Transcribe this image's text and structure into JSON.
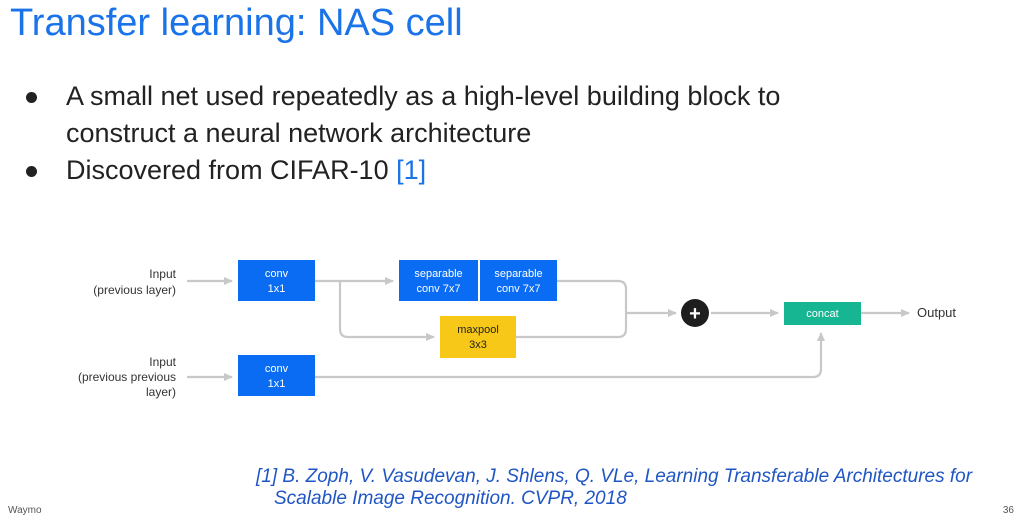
{
  "slide": {
    "title": "Transfer learning: NAS cell",
    "bullets": [
      {
        "line1": "A small net used repeatedly as a high-level building block to",
        "line2": "construct a neural network architecture"
      },
      {
        "text": "Discovered from CIFAR-10 ",
        "ref": "[1]"
      }
    ],
    "citation": {
      "line1": "[1] B. Zoph, V. Vasudevan, J. Shlens, Q. VLe, Learning Transferable Architectures for",
      "line2": "Scalable Image Recognition. CVPR, 2018"
    },
    "footer": {
      "brand": "Waymo",
      "page": "36"
    }
  },
  "diagram": {
    "inputs": {
      "prev": {
        "line1": "Input",
        "line2": "(previous layer)"
      },
      "prev_prev": {
        "line1": "Input",
        "line2": "(previous previous",
        "line3": "layer)"
      }
    },
    "nodes": {
      "conv_top": {
        "line1": "conv",
        "line2": "1x1"
      },
      "conv_bottom": {
        "line1": "conv",
        "line2": "1x1"
      },
      "sep1": {
        "line1": "separable",
        "line2": "conv 7x7"
      },
      "sep2": {
        "line1": "separable",
        "line2": "conv 7x7"
      },
      "maxpool": {
        "line1": "maxpool",
        "line2": "3x3"
      },
      "add": {
        "symbol": "+"
      },
      "concat": {
        "label": "concat"
      },
      "output": {
        "label": "Output"
      }
    },
    "colors": {
      "conv": "#0a6cf2",
      "maxpool": "#f7c817",
      "concat": "#16b693",
      "add": "#1e1e1e",
      "arrow": "#c8c8c8",
      "title": "#1a73e8"
    }
  }
}
